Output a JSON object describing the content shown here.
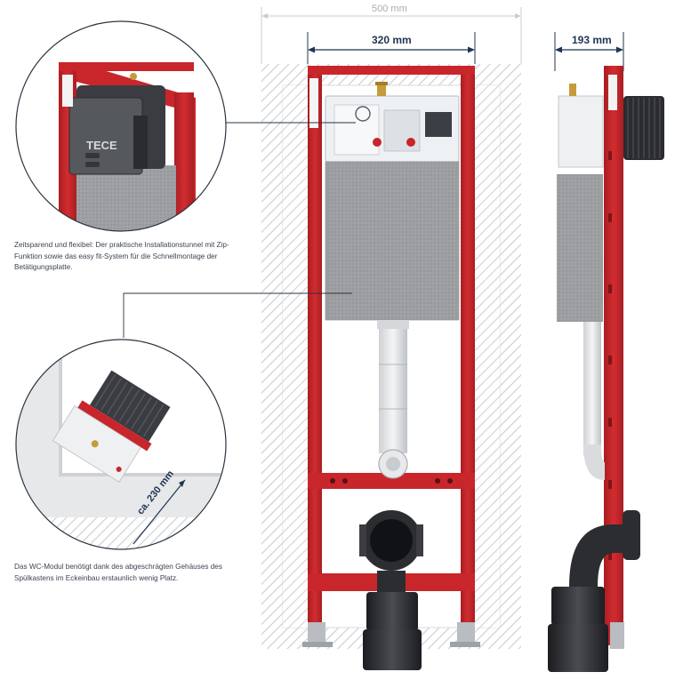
{
  "dimensions": {
    "overall_width": "500 mm",
    "frame_width": "320 mm",
    "depth": "193 mm",
    "corner_depth": "ca. 230 mm"
  },
  "captions": {
    "installation_tunnel": "Zeitsparend und flexibel: Der praktische Installationstunnel mit Zip-Funktion sowie das easy fit-System für die Schnellmontage der Betätigungsplatte.",
    "corner_install": "Das WC-Modul benötigt dank des abgeschrägten Gehäuses des Spülkastens im Eckeinbau erstaunlich wenig Platz."
  },
  "branding": {
    "logo_text": "TECE"
  },
  "colors": {
    "frame_red": "#c8262b",
    "frame_dark_red": "#8e1a1e",
    "tank_gray": "#9a9a9a",
    "pipe_black": "#2b2d31",
    "dimension_blue": "#1f3552",
    "hatch_gray": "#c9ccd0"
  }
}
